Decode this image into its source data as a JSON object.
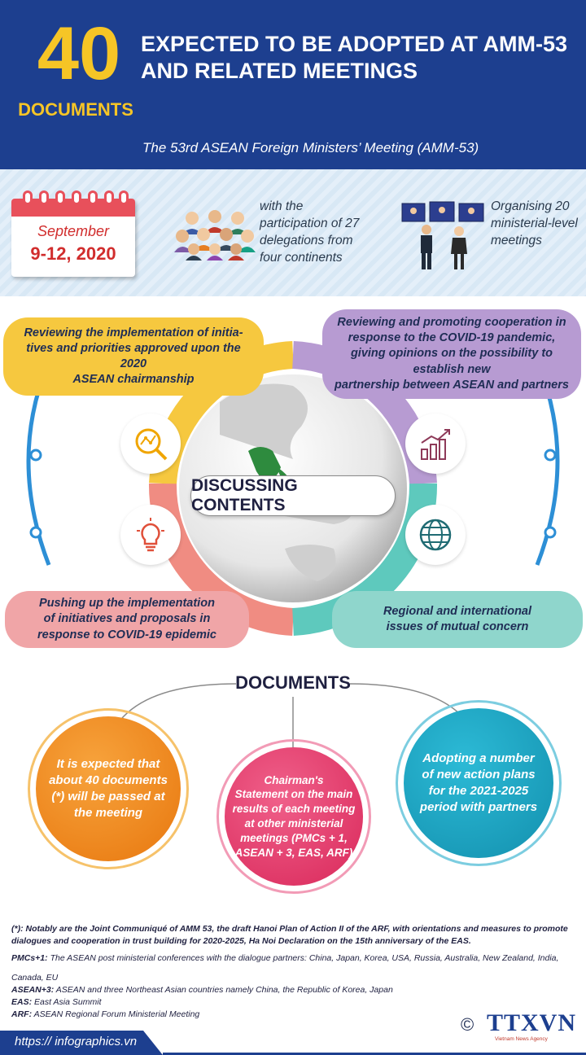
{
  "header": {
    "number": "40",
    "number_label": "DOCUMENTS",
    "title_line1": "EXPECTED TO BE ADOPTED AT AMM-53",
    "title_line2": "AND RELATED MEETINGS",
    "subtitle": "The 53rd ASEAN Foreign Ministers’ Meeting (AMM-53)"
  },
  "info": {
    "calendar_month": "September",
    "calendar_days": "9-12, 2020",
    "participation": [
      "with the",
      "participation of 27",
      "delegations from",
      "four continents"
    ],
    "meetings": [
      "Organising 20",
      "ministerial-level",
      "meetings"
    ]
  },
  "contents": {
    "center_label": "DISCUSSING CONTENTS",
    "top_left": [
      "Reviewing the implementation of initia-",
      "tives and priorities approved upon the 2020",
      "ASEAN chairmanship"
    ],
    "top_right": [
      "Reviewing and promoting cooperation in",
      "response to the COVID-19 pandemic,",
      "giving opinions on the possibility to",
      "establish new",
      "partnership between ASEAN and partners"
    ],
    "bottom_left": [
      "Pushing up the implementation",
      "of initiatives and proposals in",
      "response to COVID-19 epidemic"
    ],
    "bottom_right": [
      "Regional and international",
      "issues of mutual concern"
    ],
    "colors": {
      "yellow": "#f6c83f",
      "purple": "#b79bd2",
      "coral": "#f0a5a7",
      "teal": "#8fd6cc",
      "blue_arc": "#2d8fd6"
    },
    "icons": [
      "search-chart-icon",
      "bar-chart-growth-icon",
      "lightbulb-icon",
      "globe-icon"
    ]
  },
  "documents": {
    "title": "DOCUMENTS",
    "left": [
      "It is expected that",
      "about 40 documents",
      "(*) will be passed at",
      "the meeting"
    ],
    "middle": [
      "Chairman's",
      "Statement on the main",
      "results of each meeting",
      "at other ministerial",
      "meetings (PMCs + 1,",
      "ASEAN + 3, EAS, ARF)"
    ],
    "right": [
      "Adopting a number",
      "of new action plans",
      "for the 2021-2025",
      "period  with partners"
    ],
    "colors": {
      "left": "#f08a1e",
      "middle": "#e63b6f",
      "right": "#1aa6c6"
    }
  },
  "notes": {
    "star_label": "(*):",
    "star_text": "Notably are the Joint Communiqué of AMM 53, the draft Hanoi Plan of Action II of the ARF, with orientations and measures to promote dialogues and cooperation in trust building for 2020-2025, Ha Noi Declaration on the 15th anniversary of the EAS.",
    "pmc_label": "PMCs+1:",
    "pmc_text": "The ASEAN post ministerial conferences with the dialogue partners: China, Japan, Korea, USA, Russia, Australia, New Zealand, India,",
    "pmc_text2": "Canada, EU",
    "asean3_label": "ASEAN+3:",
    "asean3_text": "ASEAN and three Northeast Asian countries namely China, the Republic of Korea, Japan",
    "eas_label": "EAS:",
    "eas_text": "East Asia Summit",
    "arf_label": "ARF:",
    "arf_text": "ASEAN Regional Forum Ministerial Meeting"
  },
  "footer": {
    "url": "https:// infographics.vn",
    "copyright": "©",
    "logo": "TTXVN",
    "logo_sub": "Vietnam News Agency"
  }
}
